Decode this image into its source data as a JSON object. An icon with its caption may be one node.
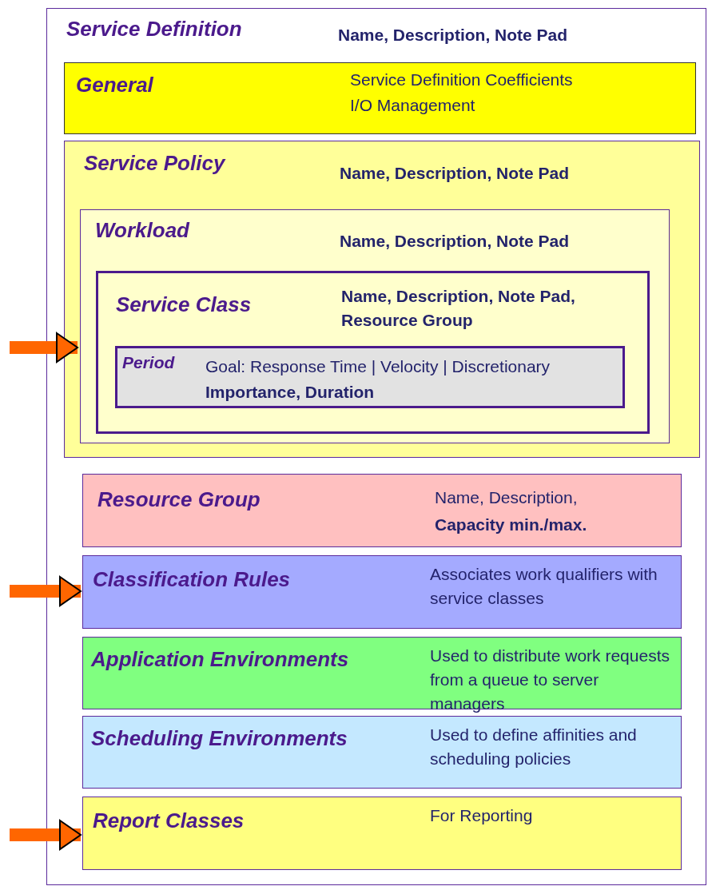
{
  "diagram": {
    "nodes": [
      {
        "text": [
          "Service Definition",
          "Name, Description, Note Pad"
        ]
      },
      {
        "text": [
          "General",
          "Service Definition Coefficients",
          "I/O Management"
        ],
        "in": 0
      },
      {
        "text": [
          "Service Policy",
          "Name, Description, Note Pad"
        ],
        "in": 0
      },
      {
        "text": [
          "Workload",
          "Name, Description, Note Pad"
        ],
        "in": 2
      },
      {
        "text": [
          "Service Class",
          "Name, Description, Note Pad, Resource Group"
        ],
        "in": 3
      },
      {
        "text": [
          "Period",
          "Goal: Response Time | Velocity | Discretionary",
          "Importance, Duration"
        ],
        "in": 4
      },
      {
        "text": [
          "Resource Group",
          "Name, Description,",
          "Capacity min./max."
        ],
        "in": 0
      },
      {
        "text": [
          "Classification Rules",
          "Associates work qualifiers with service classes"
        ],
        "in": 0
      },
      {
        "text": [
          "Application Environments",
          "Used to distribute work requests from a queue to server managers"
        ],
        "in": 0
      },
      {
        "text": [
          "Scheduling Environments",
          "Used to define affinities and scheduling policies"
        ],
        "in": 0
      },
      {
        "text": [
          "Report Classes",
          "For Reporting"
        ],
        "in": 0
      }
    ],
    "edges": [
      {
        "from": null,
        "to": 3,
        "arrow": "to"
      },
      {
        "from": null,
        "to": 7,
        "arrow": "to"
      },
      {
        "from": null,
        "to": 10,
        "arrow": "to"
      }
    ]
  }
}
